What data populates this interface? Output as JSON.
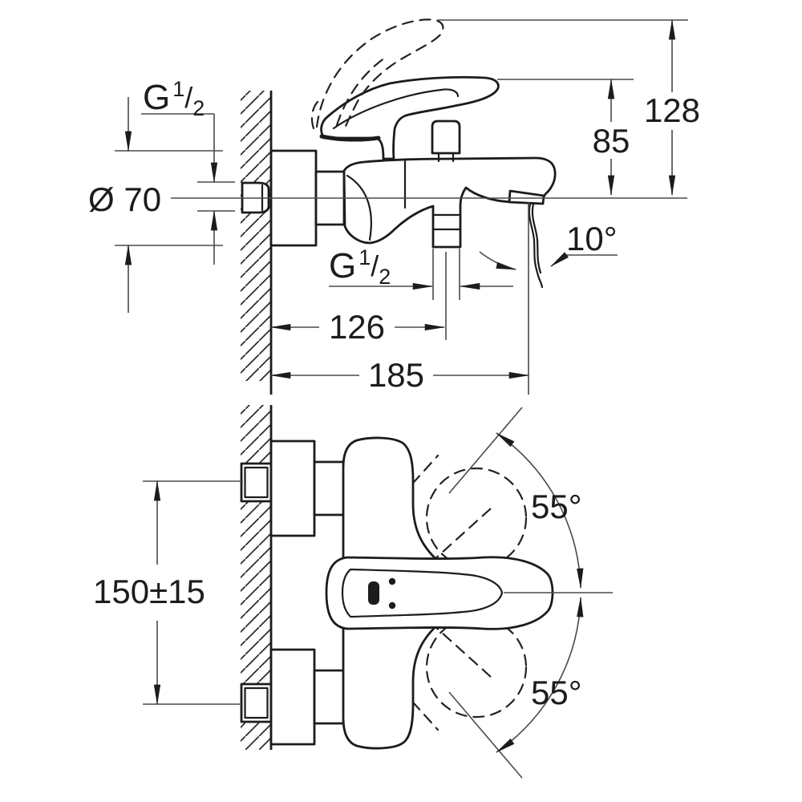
{
  "colors": {
    "background": "#ffffff",
    "line": "#1c1c1c",
    "dimension_line": "#4a4a4a"
  },
  "side_view": {
    "thread_wall": {
      "prefix": "G",
      "numerator": "1",
      "slash": "/",
      "denominator": "2"
    },
    "flange_diameter": "Ø 70",
    "height_total": "128",
    "height_lever": "85",
    "spout_angle": "10°",
    "thread_outlet": {
      "prefix": "G",
      "numerator": "1",
      "slash": "/",
      "denominator": "2"
    },
    "depth_outlet": "126",
    "depth_total": "185"
  },
  "front_view": {
    "connection_spacing": "150±15",
    "swing_angle_upper": "55°",
    "swing_angle_lower": "55°"
  }
}
